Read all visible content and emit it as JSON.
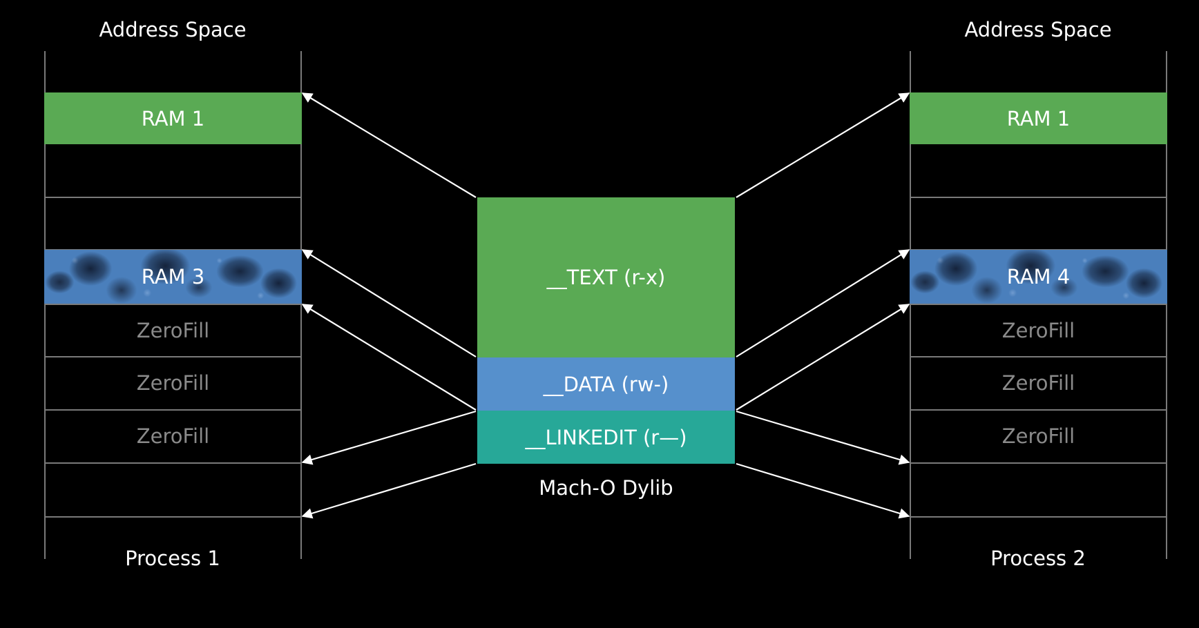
{
  "left": {
    "heading": "Address Space",
    "footer": "Process 1",
    "rows": [
      {
        "label": "RAM 1",
        "kind": "green"
      },
      {
        "label": "",
        "kind": "empty"
      },
      {
        "label": "",
        "kind": "empty"
      },
      {
        "label": "RAM 3",
        "kind": "dirty"
      },
      {
        "label": "ZeroFill",
        "kind": "zero"
      },
      {
        "label": "ZeroFill",
        "kind": "zero"
      },
      {
        "label": "ZeroFill",
        "kind": "zero"
      },
      {
        "label": "",
        "kind": "empty"
      },
      {
        "label": "",
        "kind": "empty"
      }
    ]
  },
  "right": {
    "heading": "Address Space",
    "footer": "Process 2",
    "rows": [
      {
        "label": "RAM 1",
        "kind": "green"
      },
      {
        "label": "",
        "kind": "empty"
      },
      {
        "label": "",
        "kind": "empty"
      },
      {
        "label": "RAM 4",
        "kind": "dirty"
      },
      {
        "label": "ZeroFill",
        "kind": "zero"
      },
      {
        "label": "ZeroFill",
        "kind": "zero"
      },
      {
        "label": "ZeroFill",
        "kind": "zero"
      },
      {
        "label": "",
        "kind": "empty"
      },
      {
        "label": "",
        "kind": "empty"
      }
    ]
  },
  "dylib": {
    "caption": "Mach-O Dylib",
    "segments": {
      "text": "__TEXT (r-x)",
      "data": "__DATA (rw-)",
      "linkedit": "__LINKEDIT (r—)"
    }
  },
  "colors": {
    "text_segment": "#5aaa54",
    "data_segment": "#5690cc",
    "linkedit_segment": "#27a898",
    "grid_line": "#7a7a7a",
    "zerofill_text": "#8a8a8a",
    "background": "#000000"
  }
}
